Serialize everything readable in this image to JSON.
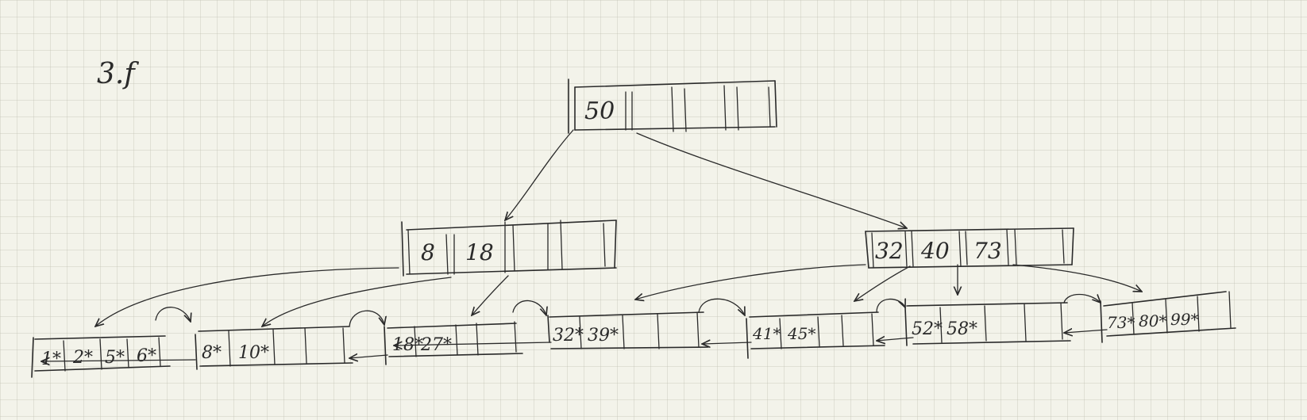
{
  "title": "3.f",
  "root": {
    "keys": [
      "50"
    ]
  },
  "internal_nodes": [
    {
      "keys": [
        "8",
        "18"
      ]
    },
    {
      "keys": [
        "32",
        "40",
        "73"
      ]
    }
  ],
  "leaves": [
    {
      "entries": [
        "1*",
        "2*",
        "5*",
        "6*"
      ]
    },
    {
      "entries": [
        "8*",
        "10*"
      ]
    },
    {
      "entries": [
        "18*",
        "27*"
      ]
    },
    {
      "entries": [
        "32*",
        "39*"
      ]
    },
    {
      "entries": [
        "41*",
        "45*"
      ]
    },
    {
      "entries": [
        "52*",
        "58*"
      ]
    },
    {
      "entries": [
        "73*",
        "80*",
        "99*"
      ]
    }
  ]
}
